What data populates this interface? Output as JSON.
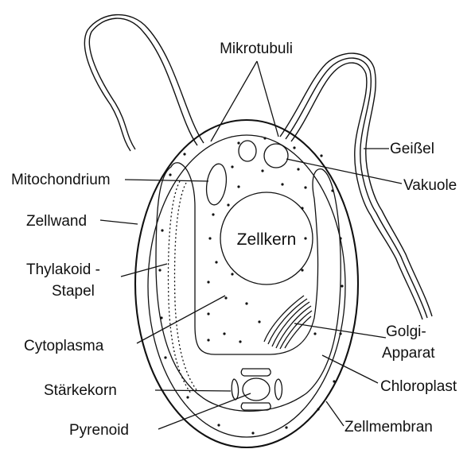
{
  "labels": {
    "mikrotubuli": "Mikrotubuli",
    "geissel": "Geißel",
    "vakuole": "Vakuole",
    "mitochondrium": "Mitochondrium",
    "zellwand": "Zellwand",
    "zellkern": "Zellkern",
    "thylakoid_line1": "Thylakoid -",
    "thylakoid_line2": "Stapel",
    "cytoplasma": "Cytoplasma",
    "golgi_line1": "Golgi-",
    "golgi_line2": "Apparat",
    "chloroplast": "Chloroplast",
    "staerkekorn": "Stärkekorn",
    "pyrenoid": "Pyrenoid",
    "zellmembran": "Zellmembran"
  },
  "colors": {
    "ink": "#111111",
    "background": "#ffffff"
  }
}
